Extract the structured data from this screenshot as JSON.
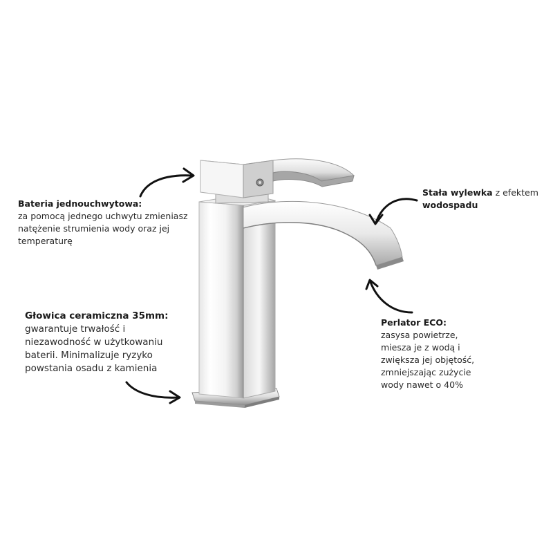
{
  "annotations": {
    "lever": {
      "title": "Bateria jednouchwytowa:",
      "lines": [
        "za pomocą jednego uchwytu zmieniasz",
        "natężenie strumienia wody oraz jej",
        "temperaturę"
      ]
    },
    "spout": {
      "title": "Stała wylewka",
      "title_rest": " z efektem",
      "line2": "wodospadu"
    },
    "cartridge": {
      "title": "Głowica ceramiczna 35mm:",
      "lines": [
        "gwarantuje trwałość i",
        "niezawodność w użytkowaniu",
        "baterii. Minimalizuje ryzyko",
        "powstania osadu z kamienia"
      ]
    },
    "aerator": {
      "title": "Perlator ECO:",
      "lines": [
        "zasysa powietrze,",
        "miesza je z wodą i",
        "zwiększa jej objętość,",
        "zmniejszając zużycie",
        "wody nawet o 40%"
      ]
    }
  },
  "colors": {
    "chrome_light": "#f4f4f4",
    "chrome_mid": "#c9c9c9",
    "chrome_dark": "#7a7a7a",
    "arrow": "#111111"
  },
  "icons": [
    "curved-arrow-icon"
  ]
}
